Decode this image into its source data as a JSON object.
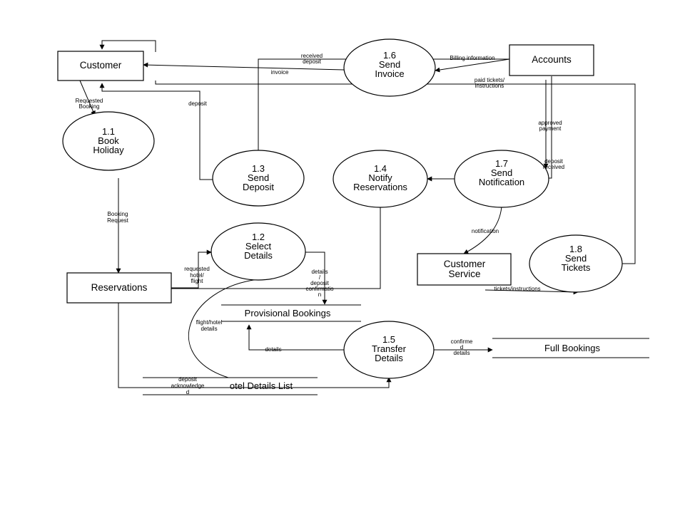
{
  "entities": {
    "customer": "Customer",
    "accounts": "Accounts",
    "reservations": "Reservations",
    "customer_service": [
      "Customer",
      "Service"
    ]
  },
  "processes": {
    "p11": [
      "1.1",
      "Book",
      "Holiday"
    ],
    "p12": [
      "1.2",
      "Select",
      "Details"
    ],
    "p13": [
      "1.3",
      "Send",
      "Deposit"
    ],
    "p14": [
      "1.4",
      "Notify",
      "Reservations"
    ],
    "p15": [
      "1.5",
      "Transfer",
      "Details"
    ],
    "p16": [
      "1.6",
      "Send",
      "Invoice"
    ],
    "p17": [
      "1.7",
      "Send",
      "Notification"
    ],
    "p18": [
      "1.8",
      "Send",
      "Tickets"
    ]
  },
  "stores": {
    "provisional": "Provisional Bookings",
    "full": "Full Bookings",
    "hotel": "otel Details List"
  },
  "flows": {
    "received_deposit": [
      "received",
      "deposit"
    ],
    "invoice": "invoice",
    "billing_information": "Billing information",
    "paid_tickets": [
      "paid tickets/",
      "instructions"
    ],
    "requested_booking": [
      "Requested",
      "Booking"
    ],
    "deposit": "deposit",
    "approved_payment": [
      "approved",
      "payment"
    ],
    "deposit_received": [
      "deposit",
      "received"
    ],
    "booking_request": [
      "Booking",
      "Request"
    ],
    "notification": "notification",
    "requested_hotel_flight": [
      "requested",
      "hotel/",
      "flight"
    ],
    "details_deposit_confirmation": [
      "details",
      "/",
      "deposit",
      "confirmatio",
      "n"
    ],
    "tickets_instructions": "tickets/instructions",
    "flight_hotel_details": [
      "flight/hotel",
      "details"
    ],
    "details": "details",
    "confirmed_details": [
      "confirme",
      "d",
      "details"
    ],
    "deposit_acknowledged": [
      "deposit",
      "acknowledge",
      "d"
    ]
  }
}
